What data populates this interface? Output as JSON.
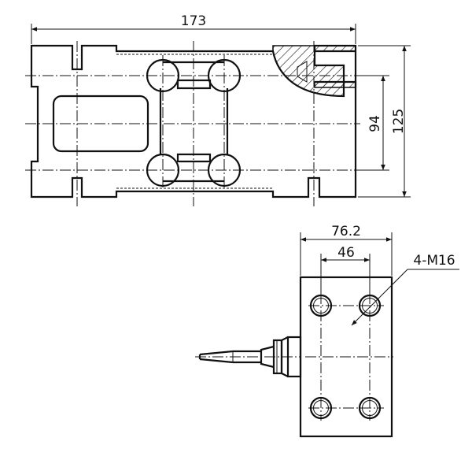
{
  "top_view": {
    "dim_length": "173",
    "dim_hole_spacing": "94",
    "dim_height": "125"
  },
  "bottom_view": {
    "dim_width": "76.2",
    "dim_hole_spacing": "46",
    "thread_callout": "4-M16"
  }
}
